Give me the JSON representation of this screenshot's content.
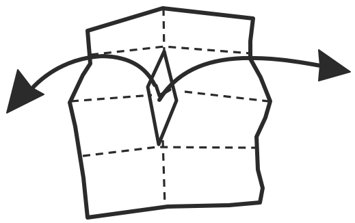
{
  "diagram": {
    "kind": "origami-step",
    "ink_color": "#2b2b2b",
    "background_color": "#ffffff",
    "elements": [
      {
        "id": "paper-outline",
        "type": "outline"
      },
      {
        "id": "center-vertical-fold",
        "type": "valley-fold-line"
      },
      {
        "id": "upper-horizontal-fold",
        "type": "valley-fold-line"
      },
      {
        "id": "middle-horizontal-fold",
        "type": "valley-fold-line"
      },
      {
        "id": "lower-horizontal-fold",
        "type": "valley-fold-line"
      },
      {
        "id": "center-pocket-flap",
        "type": "diamond-flap"
      },
      {
        "id": "pull-left-arrow",
        "type": "curved-arrow",
        "direction": "left"
      },
      {
        "id": "pull-right-arrow",
        "type": "curved-arrow",
        "direction": "right"
      }
    ]
  }
}
